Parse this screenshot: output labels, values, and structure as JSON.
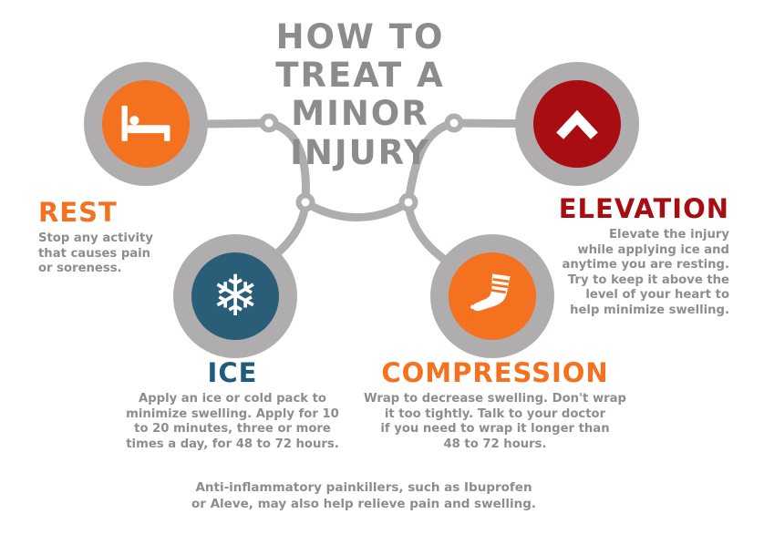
{
  "title": {
    "text": "HOW TO\nTREAT A\nMINOR\nINJURY"
  },
  "sections": {
    "rest": {
      "heading": "REST",
      "body": "Stop any activity\nthat causes pain\nor soreness.",
      "accent_color": "#F4711F",
      "icon": "bed-icon"
    },
    "ice": {
      "heading": "ICE",
      "body": "Apply an ice or cold pack to\nminimize swelling. Apply for 10\nto 20 minutes, three or more\ntimes a day, for 48 to 72 hours.",
      "accent_color": "#2A5E78",
      "icon": "snowflake-icon",
      "icon_glyph": "❄"
    },
    "compression": {
      "heading": "COMPRESSION",
      "body": "Wrap to decrease swelling. Don't wrap\nit too tightly. Talk to your doctor\nif you need to wrap it longer than\n48 to 72 hours.",
      "accent_color": "#F4711F",
      "icon": "bandaged-foot-icon"
    },
    "elevation": {
      "heading": "ELEVATION",
      "body": "Elevate the injury\nwhile applying ice and\nanytime you are resting.\nTry to keep it above the\nlevel of your heart to\nhelp minimize swelling.",
      "accent_color": "#A80E11",
      "icon": "arrow-up-icon"
    }
  },
  "footer": {
    "text": "Anti-inflammatory painkillers, such as Ibuprofen\nor Aleve, may also help relieve pain and swelling."
  },
  "colors": {
    "connector_gray": "#AFADAE",
    "title_gray": "#8C8C8C",
    "body_text_gray": "#8E8D8E",
    "background": "#FFFFFF"
  }
}
